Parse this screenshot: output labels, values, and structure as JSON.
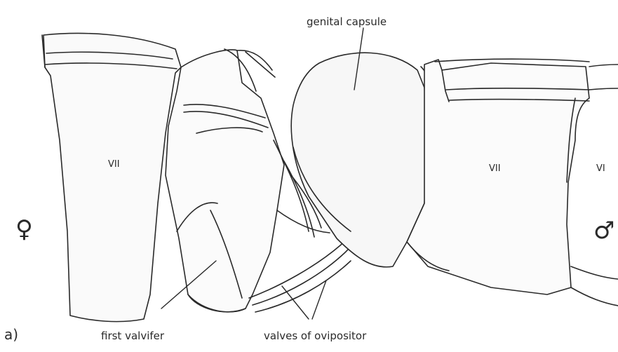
{
  "figure": {
    "panel_label": "a)",
    "labels": {
      "genital_capsule": "genital capsule",
      "first_valvifer": "first valvifer",
      "valves_of_ovipositor": "valves of ovipositor",
      "segment_female": "VII",
      "segment_male": "VII",
      "segment_male_right": "VI",
      "female_symbol": "♀",
      "male_symbol": "♂"
    },
    "colors": {
      "ink": "#2a2a2a",
      "paper": "#ffffff",
      "shade": "#f2f2f2"
    }
  }
}
